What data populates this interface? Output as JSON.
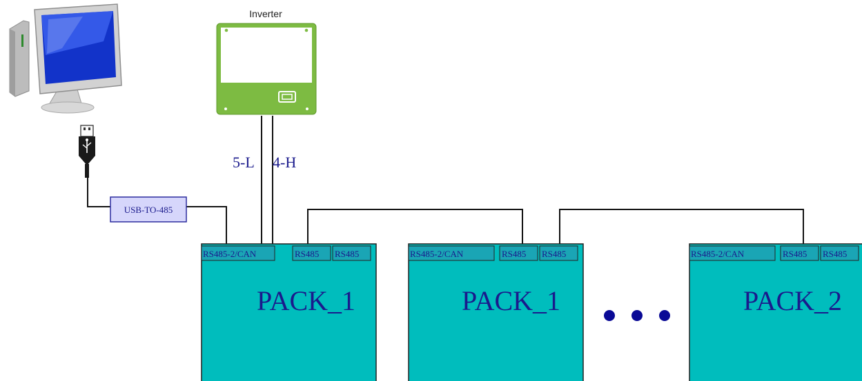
{
  "inverter": {
    "title": "Inverter"
  },
  "wire_labels": {
    "low": "5-L",
    "high": "4-H"
  },
  "usb_converter": {
    "label": "USB-TO-485"
  },
  "packs": [
    {
      "name": "PACK_1",
      "port_can": "RS485-2/CAN",
      "port_a": "RS485",
      "port_b": "RS485"
    },
    {
      "name": "PACK_1",
      "port_can": "RS485-2/CAN",
      "port_a": "RS485",
      "port_b": "RS485"
    },
    {
      "name": "PACK_2",
      "port_can": "RS485-2/CAN",
      "port_a": "RS485",
      "port_b": "RS485"
    }
  ],
  "colors": {
    "pack_fill": "#00bdbd",
    "port_fill": "#1aa5b5",
    "inverter_green": "#7dbb42",
    "usb_box_fill": "#d6d6fb",
    "ellipsis_dot": "#0a0a96",
    "text_blue": "#1a1a8c"
  },
  "icons": [
    "computer-icon",
    "usb-plug-icon"
  ]
}
